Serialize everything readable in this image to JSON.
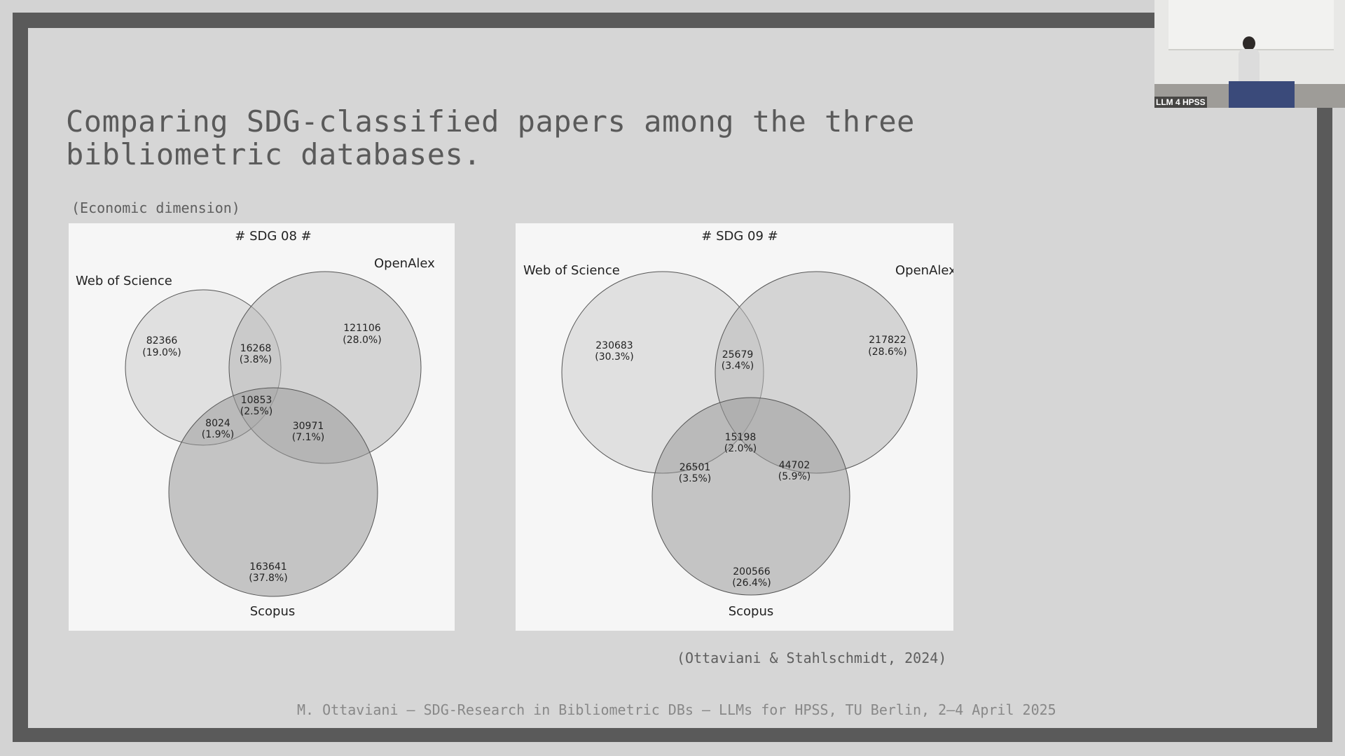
{
  "slide": {
    "title": "Comparing SDG-classified papers among the three bibliometric databases.",
    "subtitle": "(Economic dimension)",
    "citation": "(Ottaviani & Stahlschmidt, 2024)",
    "footer": "M. Ottaviani – SDG-Research in Bibliometric DBs – LLMs for HPSS, TU Berlin, 2–4 April 2025"
  },
  "venn1": {
    "title": "# SDG 08 #",
    "labels": {
      "wos": "Web of Science",
      "openalex": "OpenAlex",
      "scopus": "Scopus"
    },
    "regions": {
      "wos_only": {
        "count": "82366",
        "pct": "(19.0%)"
      },
      "wos_oa": {
        "count": "16268",
        "pct": "(3.8%)"
      },
      "oa_only": {
        "count": "121106",
        "pct": "(28.0%)"
      },
      "all_three": {
        "count": "10853",
        "pct": "(2.5%)"
      },
      "wos_scopus": {
        "count": "8024",
        "pct": "(1.9%)"
      },
      "oa_scopus": {
        "count": "30971",
        "pct": "(7.1%)"
      },
      "scopus_only": {
        "count": "163641",
        "pct": "(37.8%)"
      }
    }
  },
  "venn2": {
    "title": "# SDG 09 #",
    "labels": {
      "wos": "Web of Science",
      "openalex": "OpenAlex",
      "scopus": "Scopus"
    },
    "regions": {
      "wos_only": {
        "count": "230683",
        "pct": "(30.3%)"
      },
      "wos_oa": {
        "count": "25679",
        "pct": "(3.4%)"
      },
      "oa_only": {
        "count": "217822",
        "pct": "(28.6%)"
      },
      "all_three": {
        "count": "15198",
        "pct": "(2.0%)"
      },
      "wos_scopus": {
        "count": "26501",
        "pct": "(3.5%)"
      },
      "oa_scopus": {
        "count": "44702",
        "pct": "(5.9%)"
      },
      "scopus_only": {
        "count": "200566",
        "pct": "(26.4%)"
      }
    }
  },
  "webcam": {
    "label": "LLM 4 HPSS"
  }
}
